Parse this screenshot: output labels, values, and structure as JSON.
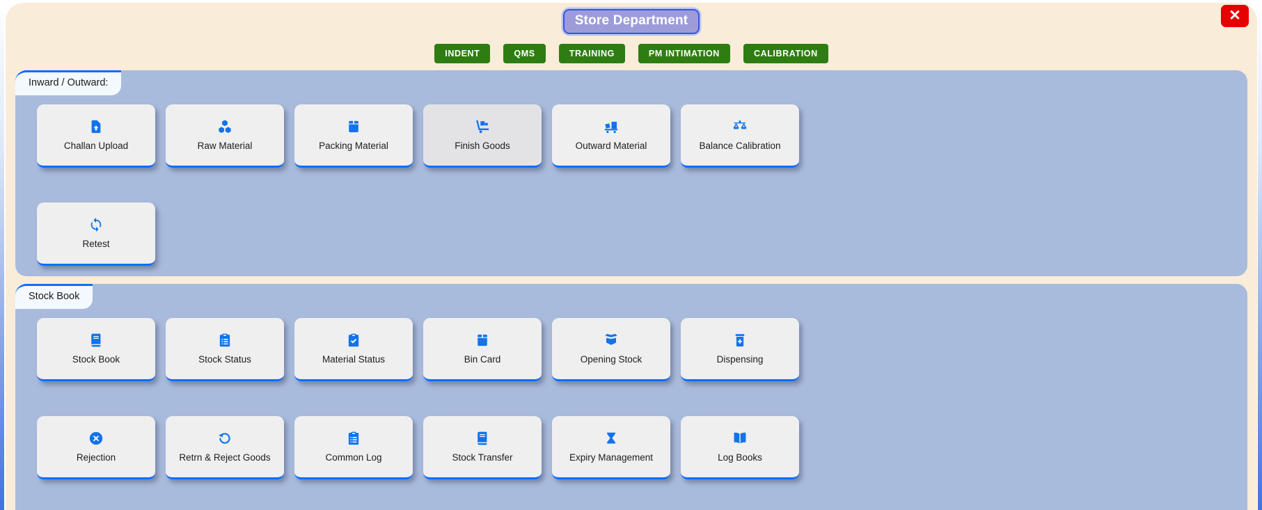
{
  "window": {
    "title": "Store Department",
    "close_label": "✕"
  },
  "nav": {
    "buttons": [
      "INDENT",
      "QMS",
      "TRAINING",
      "PM INTIMATION",
      "CALIBRATION"
    ]
  },
  "sections": [
    {
      "label": "Inward / Outward:",
      "tiles": [
        {
          "label": "Challan Upload",
          "icon": "file-upload-icon"
        },
        {
          "label": "Raw Material",
          "icon": "cubes-icon"
        },
        {
          "label": "Packing Material",
          "icon": "box-icon"
        },
        {
          "label": "Finish Goods",
          "icon": "dolly-icon",
          "highlighted": true
        },
        {
          "label": "Outward Material",
          "icon": "truck-loading-icon"
        },
        {
          "label": "Balance Calibration",
          "icon": "balance-scale-icon"
        },
        {
          "label": "Retest",
          "icon": "sync-icon"
        }
      ]
    },
    {
      "label": "Stock Book",
      "tiles": [
        {
          "label": "Stock Book",
          "icon": "book-icon"
        },
        {
          "label": "Stock Status",
          "icon": "clipboard-list-icon"
        },
        {
          "label": "Material Status",
          "icon": "clipboard-check-icon"
        },
        {
          "label": "Bin Card",
          "icon": "box-icon"
        },
        {
          "label": "Opening Stock",
          "icon": "box-open-icon"
        },
        {
          "label": "Dispensing",
          "icon": "dispensing-jar-icon"
        },
        {
          "label": "Rejection",
          "icon": "circle-xmark-icon"
        },
        {
          "label": "Retrn & Reject Goods",
          "icon": "rotate-left-icon"
        },
        {
          "label": "Common Log",
          "icon": "clipboard-list-icon"
        },
        {
          "label": "Stock Transfer",
          "icon": "book-icon"
        },
        {
          "label": "Expiry Management",
          "icon": "hourglass-icon"
        },
        {
          "label": "Log Books",
          "icon": "book-open-icon"
        }
      ]
    }
  ],
  "colors": {
    "accent_blue": "#0d6efd",
    "icon_blue": "#1273eb",
    "panel_blue": "#a9bbdc",
    "cream": "#f9ecd9",
    "button_green": "#2e7d12",
    "title_purple": "#9c9cd9",
    "title_border": "#3f51e6",
    "close_red": "#e60000",
    "tab_bg": "#f4f9ff",
    "tile_bg": "#efefef"
  }
}
